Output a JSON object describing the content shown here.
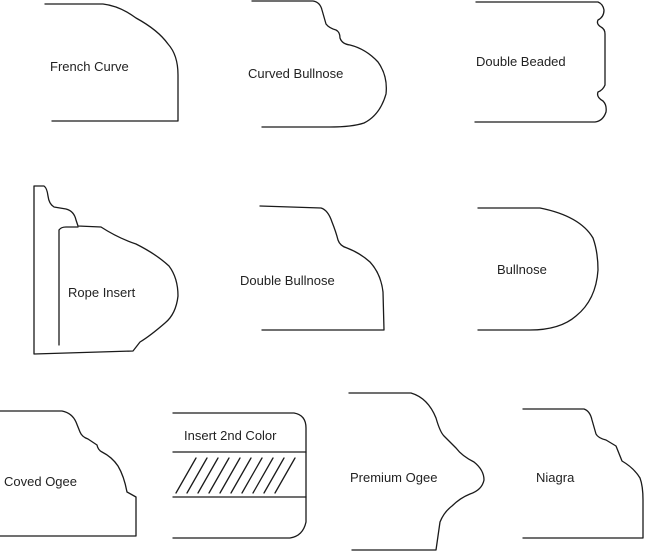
{
  "profiles": [
    {
      "name": "French Curve"
    },
    {
      "name": "Curved Bullnose"
    },
    {
      "name": "Double Beaded"
    },
    {
      "name": "Rope Insert"
    },
    {
      "name": "Double Bullnose"
    },
    {
      "name": "Bullnose"
    },
    {
      "name": "Coved Ogee"
    },
    {
      "name": "Insert 2nd Color"
    },
    {
      "name": "Premium Ogee"
    },
    {
      "name": "Niagra"
    }
  ]
}
